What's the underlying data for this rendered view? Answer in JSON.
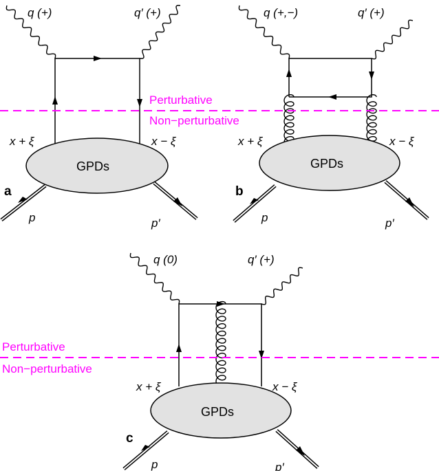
{
  "panels": {
    "a": {
      "panel_label": "a",
      "photon_in": "q (+)",
      "photon_out": "q′ (+)",
      "momentum_left": "x + ξ",
      "momentum_right": "x − ξ",
      "blob": "GPDs",
      "proton_in": "p",
      "proton_out": "p′"
    },
    "b": {
      "panel_label": "b",
      "photon_in": "q (+,−)",
      "photon_out": "q′ (+)",
      "momentum_left": "x + ξ",
      "momentum_right": "x − ξ",
      "blob": "GPDs",
      "proton_in": "p",
      "proton_out": "p′"
    },
    "c": {
      "panel_label": "c",
      "photon_in": "q (0)",
      "photon_out": "q′ (+)",
      "momentum_left": "x + ξ",
      "momentum_right": "x − ξ",
      "blob": "GPDs",
      "proton_in": "p",
      "proton_out": "p′"
    }
  },
  "regions": {
    "top": {
      "perturbative": "Perturbative",
      "non_perturbative": "Non−perturbative"
    },
    "bottom": {
      "perturbative": "Perturbative",
      "non_perturbative": "Non−perturbative"
    }
  },
  "colors": {
    "divider": "#ff00ff",
    "blob_fill": "#e2e2e2"
  }
}
